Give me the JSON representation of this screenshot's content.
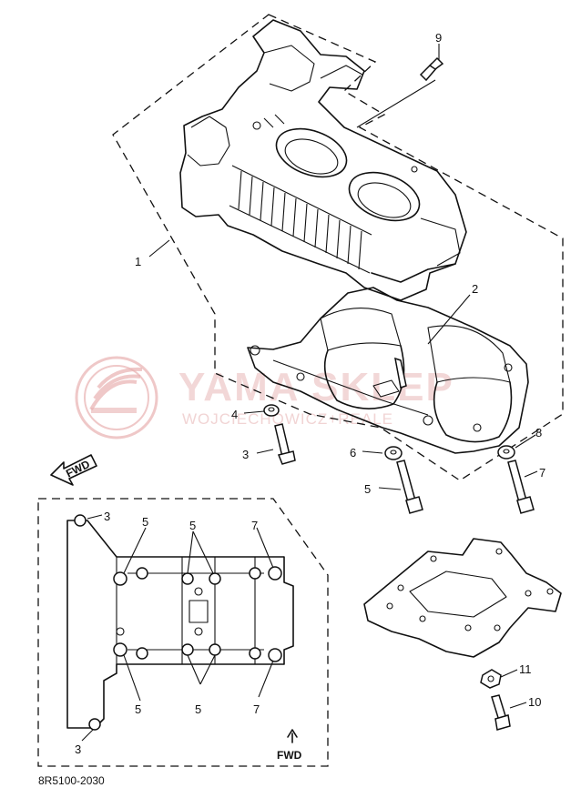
{
  "diagram": {
    "watermark": {
      "brand": "YAMA SKLEP",
      "subtitle": "WOJCIECHOWICZ+REALE",
      "brand_color": "#e06060"
    },
    "callouts": {
      "c1": "1",
      "c2": "2",
      "c3a": "3",
      "c3b": "3",
      "c3c": "3",
      "c4": "4",
      "c5a": "5",
      "c5b": "5",
      "c5c": "5",
      "c5d": "5",
      "c5e": "5",
      "c6": "6",
      "c7a": "7",
      "c7b": "7",
      "c7c": "7",
      "c8": "8",
      "c9": "9",
      "c10": "10",
      "c11": "11"
    },
    "fwd_top": "FWD",
    "fwd_bottom": "FWD",
    "figure_code": "8R5100-2030"
  }
}
